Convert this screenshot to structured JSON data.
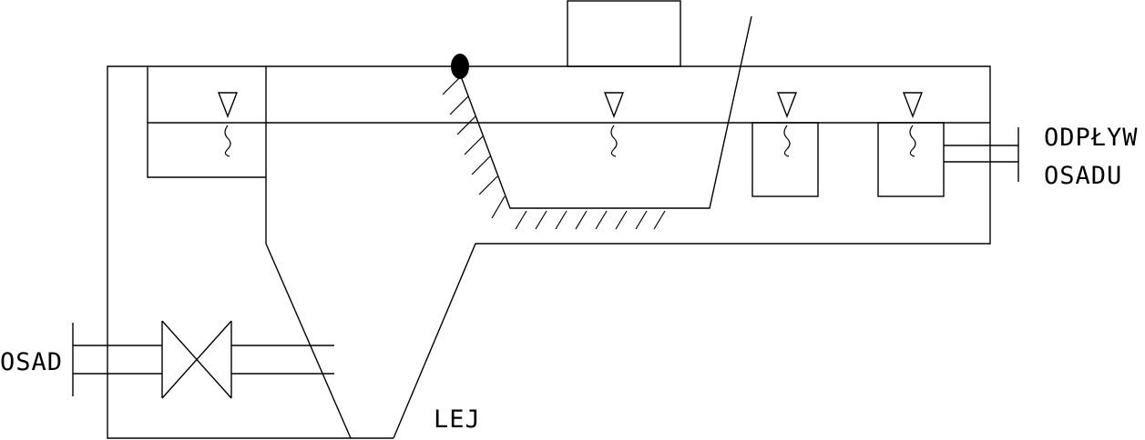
{
  "diagram": {
    "labels": {
      "sediment": "OSAD",
      "funnel": "LEJ",
      "outflow_line1": "ODPŁYW",
      "outflow_line2": "OSADU"
    },
    "symbols": {
      "water_level": "water-level-icon",
      "valve": "valve-icon",
      "pivot": "pivot-point-icon"
    },
    "colors": {
      "line": "#000000",
      "background": "#ffffff"
    }
  }
}
